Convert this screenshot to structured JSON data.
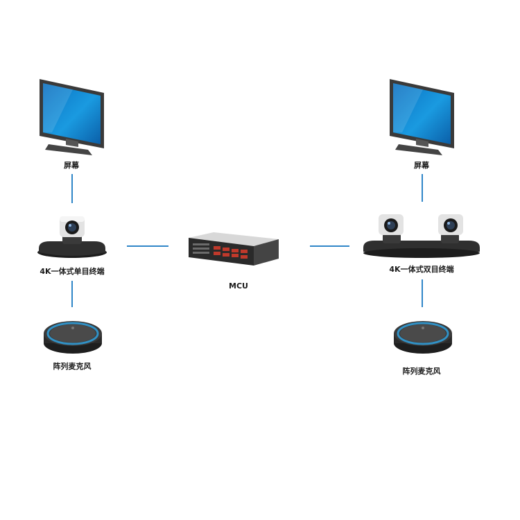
{
  "nodes": {
    "left_screen": {
      "label": "屏幕"
    },
    "right_screen": {
      "label": "屏幕"
    },
    "left_terminal": {
      "label": "4K一体式单目终端"
    },
    "right_terminal": {
      "label": "4K一体式双目终端"
    },
    "mcu": {
      "label": "MCU"
    },
    "left_mic": {
      "label": "阵列麦克风"
    },
    "right_mic": {
      "label": "阵列麦克风"
    }
  },
  "colors": {
    "connector": "#2f86c8",
    "screen_blue": "#1a8fd8",
    "device_dark": "#2b2b2b",
    "mic_ring": "#2fa8e8"
  },
  "connections": [
    [
      "left_screen",
      "left_terminal"
    ],
    [
      "left_terminal",
      "mcu"
    ],
    [
      "left_terminal",
      "left_mic"
    ],
    [
      "right_screen",
      "right_terminal"
    ],
    [
      "mcu",
      "right_terminal"
    ],
    [
      "right_terminal",
      "right_mic"
    ]
  ]
}
